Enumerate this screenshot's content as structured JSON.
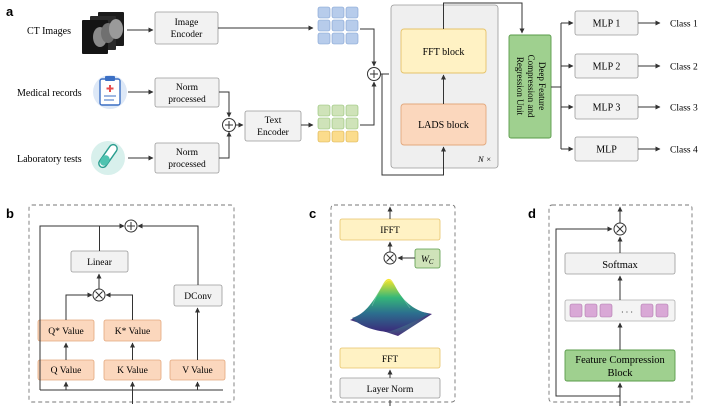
{
  "panels": {
    "a": "a",
    "b": "b",
    "c": "c",
    "d": "d"
  },
  "panel_a": {
    "inputs": {
      "ct_images": "CT Images",
      "medical_records": "Medical records",
      "laboratory_tests": "Laboratory tests"
    },
    "image_encoder": [
      "Image",
      "Encoder"
    ],
    "norm_processed_1": [
      "Norm",
      "processed"
    ],
    "norm_processed_2": [
      "Norm",
      "processed"
    ],
    "text_encoder": [
      "Text",
      "Encoder"
    ],
    "fft_block": "FFT block",
    "lads_block": "LADS block",
    "repeat": "N ×",
    "compression_unit": [
      "Deep Feature",
      "Compression and",
      "Regression Unit"
    ],
    "mlps": [
      "MLP 1",
      "MLP 2",
      "MLP 3",
      "MLP"
    ],
    "classes": [
      "Class 1",
      "Class 2",
      "Class 3",
      "Class 4"
    ]
  },
  "panel_b": {
    "linear": "Linear",
    "dconv": "DConv",
    "q_star_value": "Q* Value",
    "k_star_value": "K* Value",
    "q_value": "Q Value",
    "k_value": "K Value",
    "v_value": "V Value"
  },
  "panel_c": {
    "ifft": "IFFT",
    "weight": "W",
    "weight_sub": "C",
    "fft": "FFT",
    "layer_norm": "Layer Norm"
  },
  "panel_d": {
    "softmax": "Softmax",
    "feature_compression": [
      "Feature Compression",
      "Block"
    ],
    "ellipsis": "· · ·"
  },
  "colors": {
    "grey_box": "#f2f2f2",
    "grey_stroke": "#9a9a9a",
    "yellow": "#fff2c4",
    "yellow_stroke": "#e6c36a",
    "peach": "#fbd7bd",
    "peach_stroke": "#e3a87d",
    "green": "#9fd08f",
    "green_stroke": "#5a9b4a",
    "blue_cell": "#b7cceb",
    "green_cell": "#cfe3b9",
    "gold_cell": "#fbdc8c",
    "purple_cell": "#d9a8d6"
  }
}
